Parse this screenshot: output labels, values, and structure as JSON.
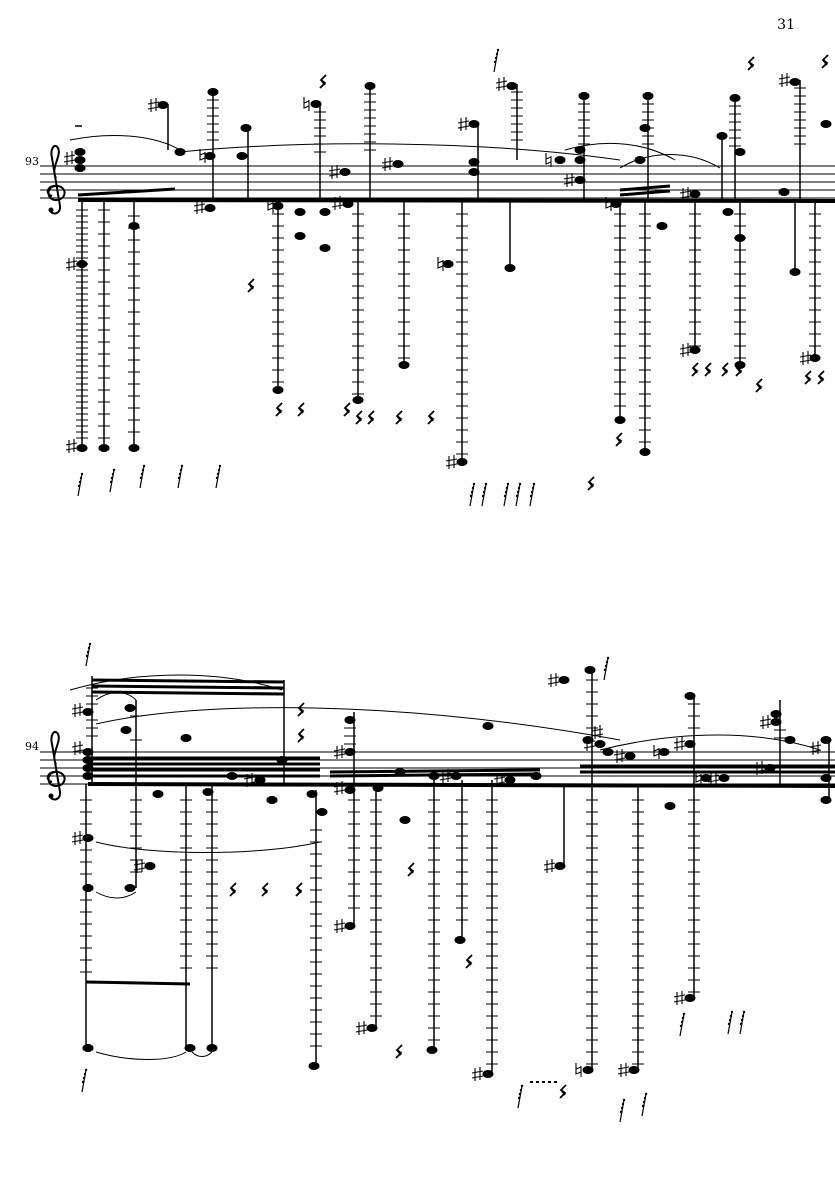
{
  "page": {
    "number": "31"
  },
  "systems": [
    {
      "measure_number": "93"
    },
    {
      "measure_number": "94"
    }
  ],
  "colors": {
    "ink": "#000000",
    "paper": "#ffffff"
  },
  "icons": {
    "clef": "treble-clef-icon",
    "rest": "sixteenth-rest-icon",
    "sharp": "sharp-icon",
    "natural": "natural-icon"
  }
}
